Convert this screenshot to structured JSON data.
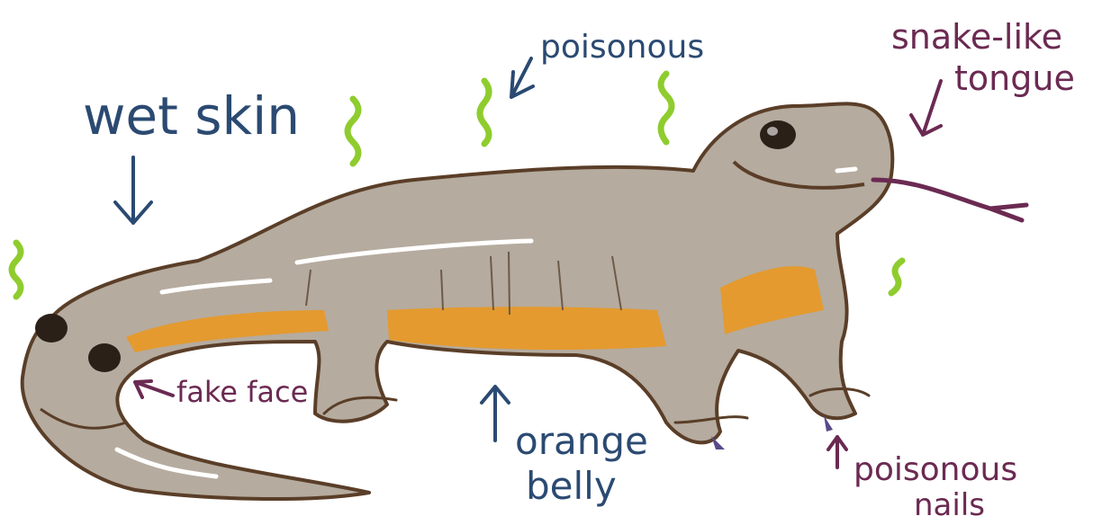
{
  "labels": {
    "wet_skin": "wet skin",
    "poisonous": "poisonous",
    "snake_like_line1": "snake-like",
    "snake_like_line2": "tongue",
    "fake_face": "fake face",
    "orange_belly_line1": "orange",
    "orange_belly_line2": "belly",
    "poisonous_nails_line1": "poisonous",
    "poisonous_nails_line2": "nails"
  },
  "colors": {
    "body": "#b5ab9f",
    "belly": "#e49a2f",
    "outline": "#5a3e28",
    "stink_lines": "#8fcc2e",
    "label_blue": "#2b4a72",
    "label_purple": "#6b2a52",
    "nail": "#5a4a8a"
  }
}
